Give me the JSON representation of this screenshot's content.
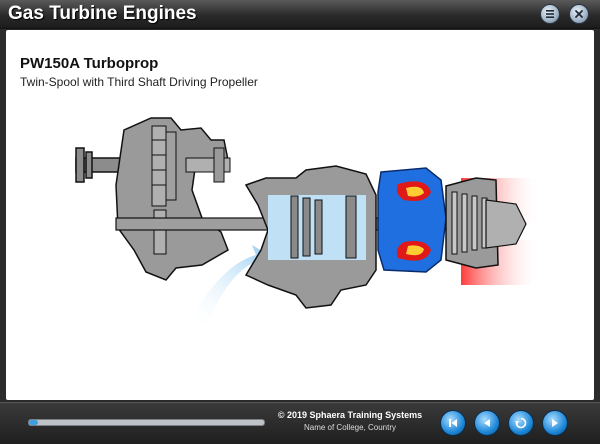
{
  "app": {
    "title": "Gas Turbine Engines"
  },
  "header_buttons": {
    "menu_icon": "menu-list-icon",
    "close_icon": "close-icon"
  },
  "slide": {
    "title": "PW150A Turboprop",
    "subtitle": "Twin-Spool with Third Shaft Driving Propeller"
  },
  "footer": {
    "copyright": "© 2019 Sphaera Training Systems",
    "college": "Name of College, Country",
    "progress_fraction": 0.04
  },
  "colors": {
    "metal": "#9a9a9a",
    "combustion_casing": "#1f6fe0",
    "flame": "#e01818",
    "exhaust": "#ff6a6a",
    "airflow": "#8cc8f0",
    "nav_blue": "#1e88d8"
  }
}
